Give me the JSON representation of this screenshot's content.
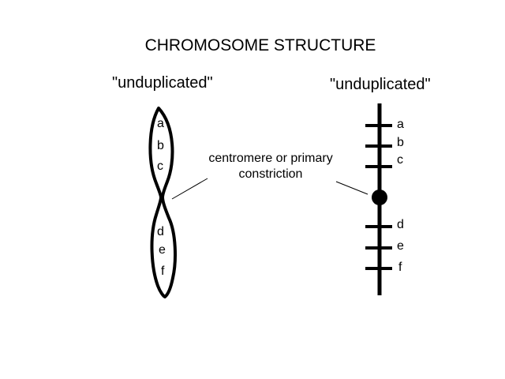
{
  "title": "CHROMOSOME STRUCTURE",
  "left_label": "\"unduplicated\"",
  "right_label": "\"unduplicated\"",
  "centromere_label": "centromere or primary constriction",
  "left_genes": [
    "a",
    "b",
    "c",
    "d",
    "e",
    "f"
  ],
  "right_genes": [
    "a",
    "b",
    "c",
    "d",
    "e",
    "f"
  ]
}
